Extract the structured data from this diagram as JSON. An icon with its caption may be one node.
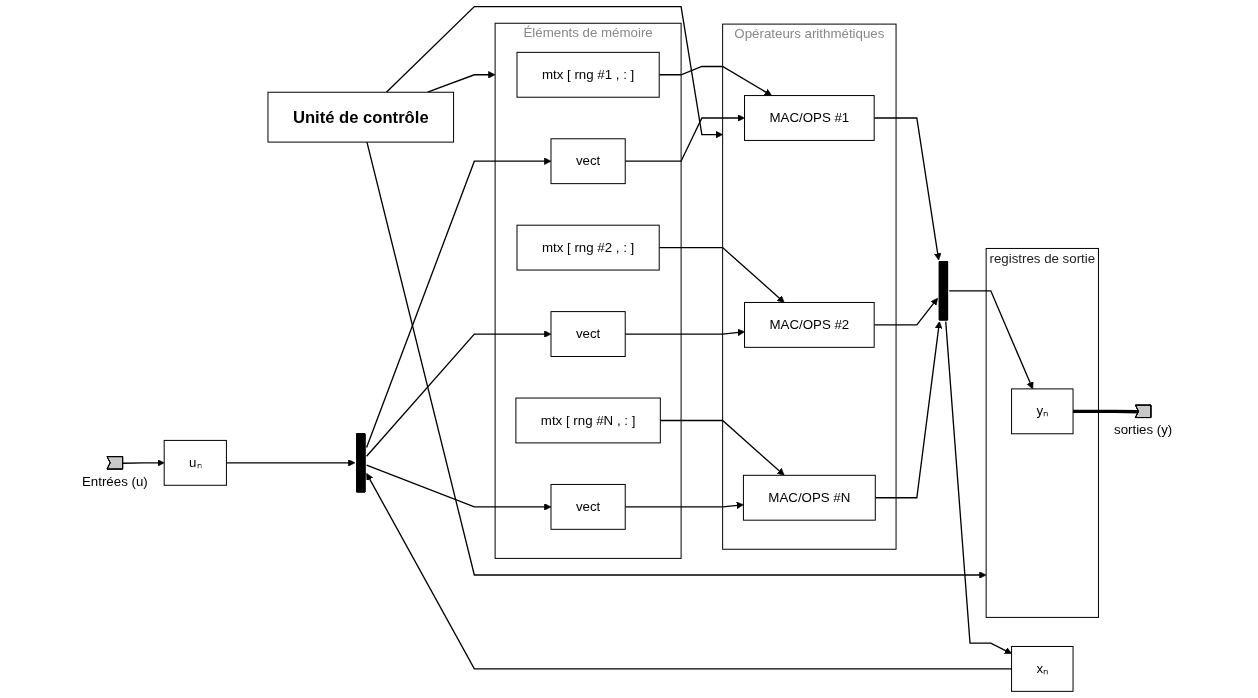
{
  "diagram": {
    "nodes": [
      {
        "text": [],
        "shape": "pentagon",
        "beside": [
          "Entrées (u)"
        ]
      },
      {
        "text": [
          "xₙ"
        ]
      },
      {
        "text": [
          "uₙ"
        ]
      },
      {
        "text": [],
        "shape": "bar"
      },
      {
        "text": [
          "Éléments de mémoire"
        ]
      },
      {
        "text": [
          "mtx [ rng #1 , : ]"
        ],
        "in": 4
      },
      {
        "text": [
          "vect"
        ],
        "in": 4
      },
      {
        "text": [
          "mtx [ rng #2 , : ]"
        ],
        "in": 4
      },
      {
        "text": [
          "vect"
        ],
        "in": 4
      },
      {
        "text": [
          "mtx [ rng #N , : ]"
        ],
        "in": 4
      },
      {
        "text": [
          "vect"
        ],
        "in": 4
      },
      {
        "text": [
          "Opérateurs arithmétiques"
        ]
      },
      {
        "text": [
          "MAC/OPS #1"
        ],
        "in": 11
      },
      {
        "text": [
          "MAC/OPS #2"
        ],
        "in": 11
      },
      {
        "text": [
          "MAC/OPS #N"
        ],
        "in": 11
      },
      {
        "text": [],
        "shape": "bar"
      },
      {
        "text": [
          "registres de sortie"
        ]
      },
      {
        "text": [
          "yₙ"
        ],
        "in": 16
      },
      {
        "text": [],
        "shape": "pentagon",
        "beside": [
          "sorties (y)"
        ]
      },
      {
        "text": [
          "Unité de contrôle"
        ]
      }
    ],
    "edges": [
      {
        "from": 0,
        "to": 2,
        "arrow": "to"
      },
      {
        "from": 1,
        "to": 3,
        "arrow": "to"
      },
      {
        "from": 2,
        "to": 3,
        "arrow": "to"
      },
      {
        "from": 3,
        "to": 6,
        "arrow": "to"
      },
      {
        "from": 3,
        "to": 8,
        "arrow": "to"
      },
      {
        "from": 3,
        "to": 10,
        "arrow": "to"
      },
      {
        "from": 5,
        "to": 12,
        "arrow": "to"
      },
      {
        "from": 6,
        "to": 12,
        "arrow": "to"
      },
      {
        "from": 7,
        "to": 13,
        "arrow": "to"
      },
      {
        "from": 8,
        "to": 13,
        "arrow": "to"
      },
      {
        "from": 9,
        "to": 14,
        "arrow": "to"
      },
      {
        "from": 10,
        "to": 14,
        "arrow": "to"
      },
      {
        "from": 12,
        "to": 15,
        "arrow": "to"
      },
      {
        "from": 13,
        "to": 15,
        "arrow": "to"
      },
      {
        "from": 14,
        "to": 15,
        "arrow": "to"
      },
      {
        "from": 15,
        "to": 17,
        "arrow": "to"
      },
      {
        "from": 15,
        "to": 1,
        "arrow": "to"
      },
      {
        "from": 17,
        "to": 18,
        "arrow": "none",
        "style": "thick"
      },
      {
        "from": 19,
        "to": 4,
        "arrow": "to"
      },
      {
        "from": 19,
        "to": 11,
        "arrow": "to"
      },
      {
        "from": 19,
        "to": 16,
        "arrow": "to"
      }
    ]
  }
}
